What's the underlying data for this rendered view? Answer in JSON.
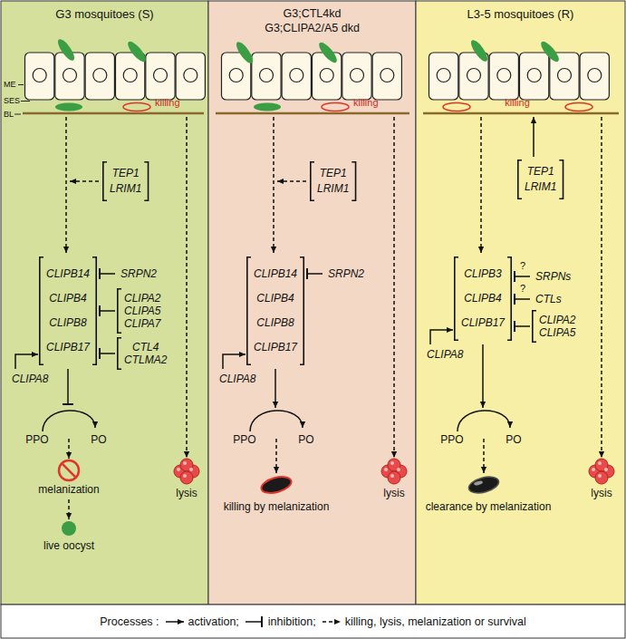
{
  "diagram": {
    "nodes": [
      {
        "text": [
          "G3 mosquitoes (S)"
        ]
      },
      {
        "text": [
          "TEP1",
          "LRIM1"
        ],
        "in": 0
      },
      {
        "text": [
          "CLIPB14",
          "CLIPB4",
          "CLIPB8",
          "CLIPB17"
        ],
        "in": 0
      },
      {
        "text": [
          "SRPN2"
        ],
        "in": 0
      },
      {
        "text": [
          "CLIPA2",
          "CLIPA5",
          "CLIPA7"
        ],
        "in": 0
      },
      {
        "text": [
          "CTL4",
          "CTLMA2"
        ],
        "in": 0
      },
      {
        "text": [
          "CLIPA8"
        ],
        "in": 0
      },
      {
        "text": [
          "G3;CTL4kd",
          "G3;CLIPA2/A5 dkd"
        ]
      },
      {
        "text": [
          "TEP1",
          "LRIM1"
        ],
        "in": 7
      },
      {
        "text": [
          "CLIPB14",
          "CLIPB4",
          "CLIPB8",
          "CLIPB17"
        ],
        "in": 7
      },
      {
        "text": [
          "SRPN2"
        ],
        "in": 7
      },
      {
        "text": [
          "CLIPA8"
        ],
        "in": 7
      },
      {
        "text": [
          "L3-5 mosquitoes (R)"
        ]
      },
      {
        "text": [
          "TEP1",
          "LRIM1"
        ],
        "in": 12
      },
      {
        "text": [
          "CLIPB3",
          "CLIPB4",
          "CLIPB17"
        ],
        "in": 12
      },
      {
        "text": [
          "SRPNs"
        ],
        "in": 12
      },
      {
        "text": [
          "CTLs"
        ],
        "in": 12
      },
      {
        "text": [
          "CLIPA2",
          "CLIPA5"
        ],
        "in": 12
      },
      {
        "text": [
          "CLIPA8"
        ],
        "in": 12
      }
    ],
    "edges": [
      {
        "from": 3,
        "to": 2,
        "arrow": "to"
      },
      {
        "from": 4,
        "to": 2,
        "arrow": "to"
      },
      {
        "from": 5,
        "to": 2,
        "arrow": "to"
      },
      {
        "from": 6,
        "to": 2,
        "arrow": "to"
      },
      {
        "from": 10,
        "to": 9,
        "arrow": "to"
      },
      {
        "from": 11,
        "to": 9,
        "arrow": "to"
      },
      {
        "from": 15,
        "to": 14,
        "arrow": "to"
      },
      {
        "from": 16,
        "to": 14,
        "arrow": "to"
      },
      {
        "from": 17,
        "to": 14,
        "arrow": "to"
      },
      {
        "from": 18,
        "to": 14,
        "arrow": "to"
      }
    ],
    "labels": [
      "ME",
      "SES",
      "BL",
      "killing",
      "PPO",
      "PO",
      "melanization",
      "live oocyst",
      "lysis",
      "killing",
      "PPO",
      "PO",
      "killing by melanization",
      "lysis",
      "killing",
      "?",
      "?",
      "PPO",
      "PO",
      "clearance by melanization",
      "lysis",
      "Processes :"
    ],
    "legend": [
      {
        "text": "activation;"
      },
      {
        "text": "inhibition;"
      },
      {
        "text": "killing, lysis, melanization or survival"
      }
    ]
  }
}
